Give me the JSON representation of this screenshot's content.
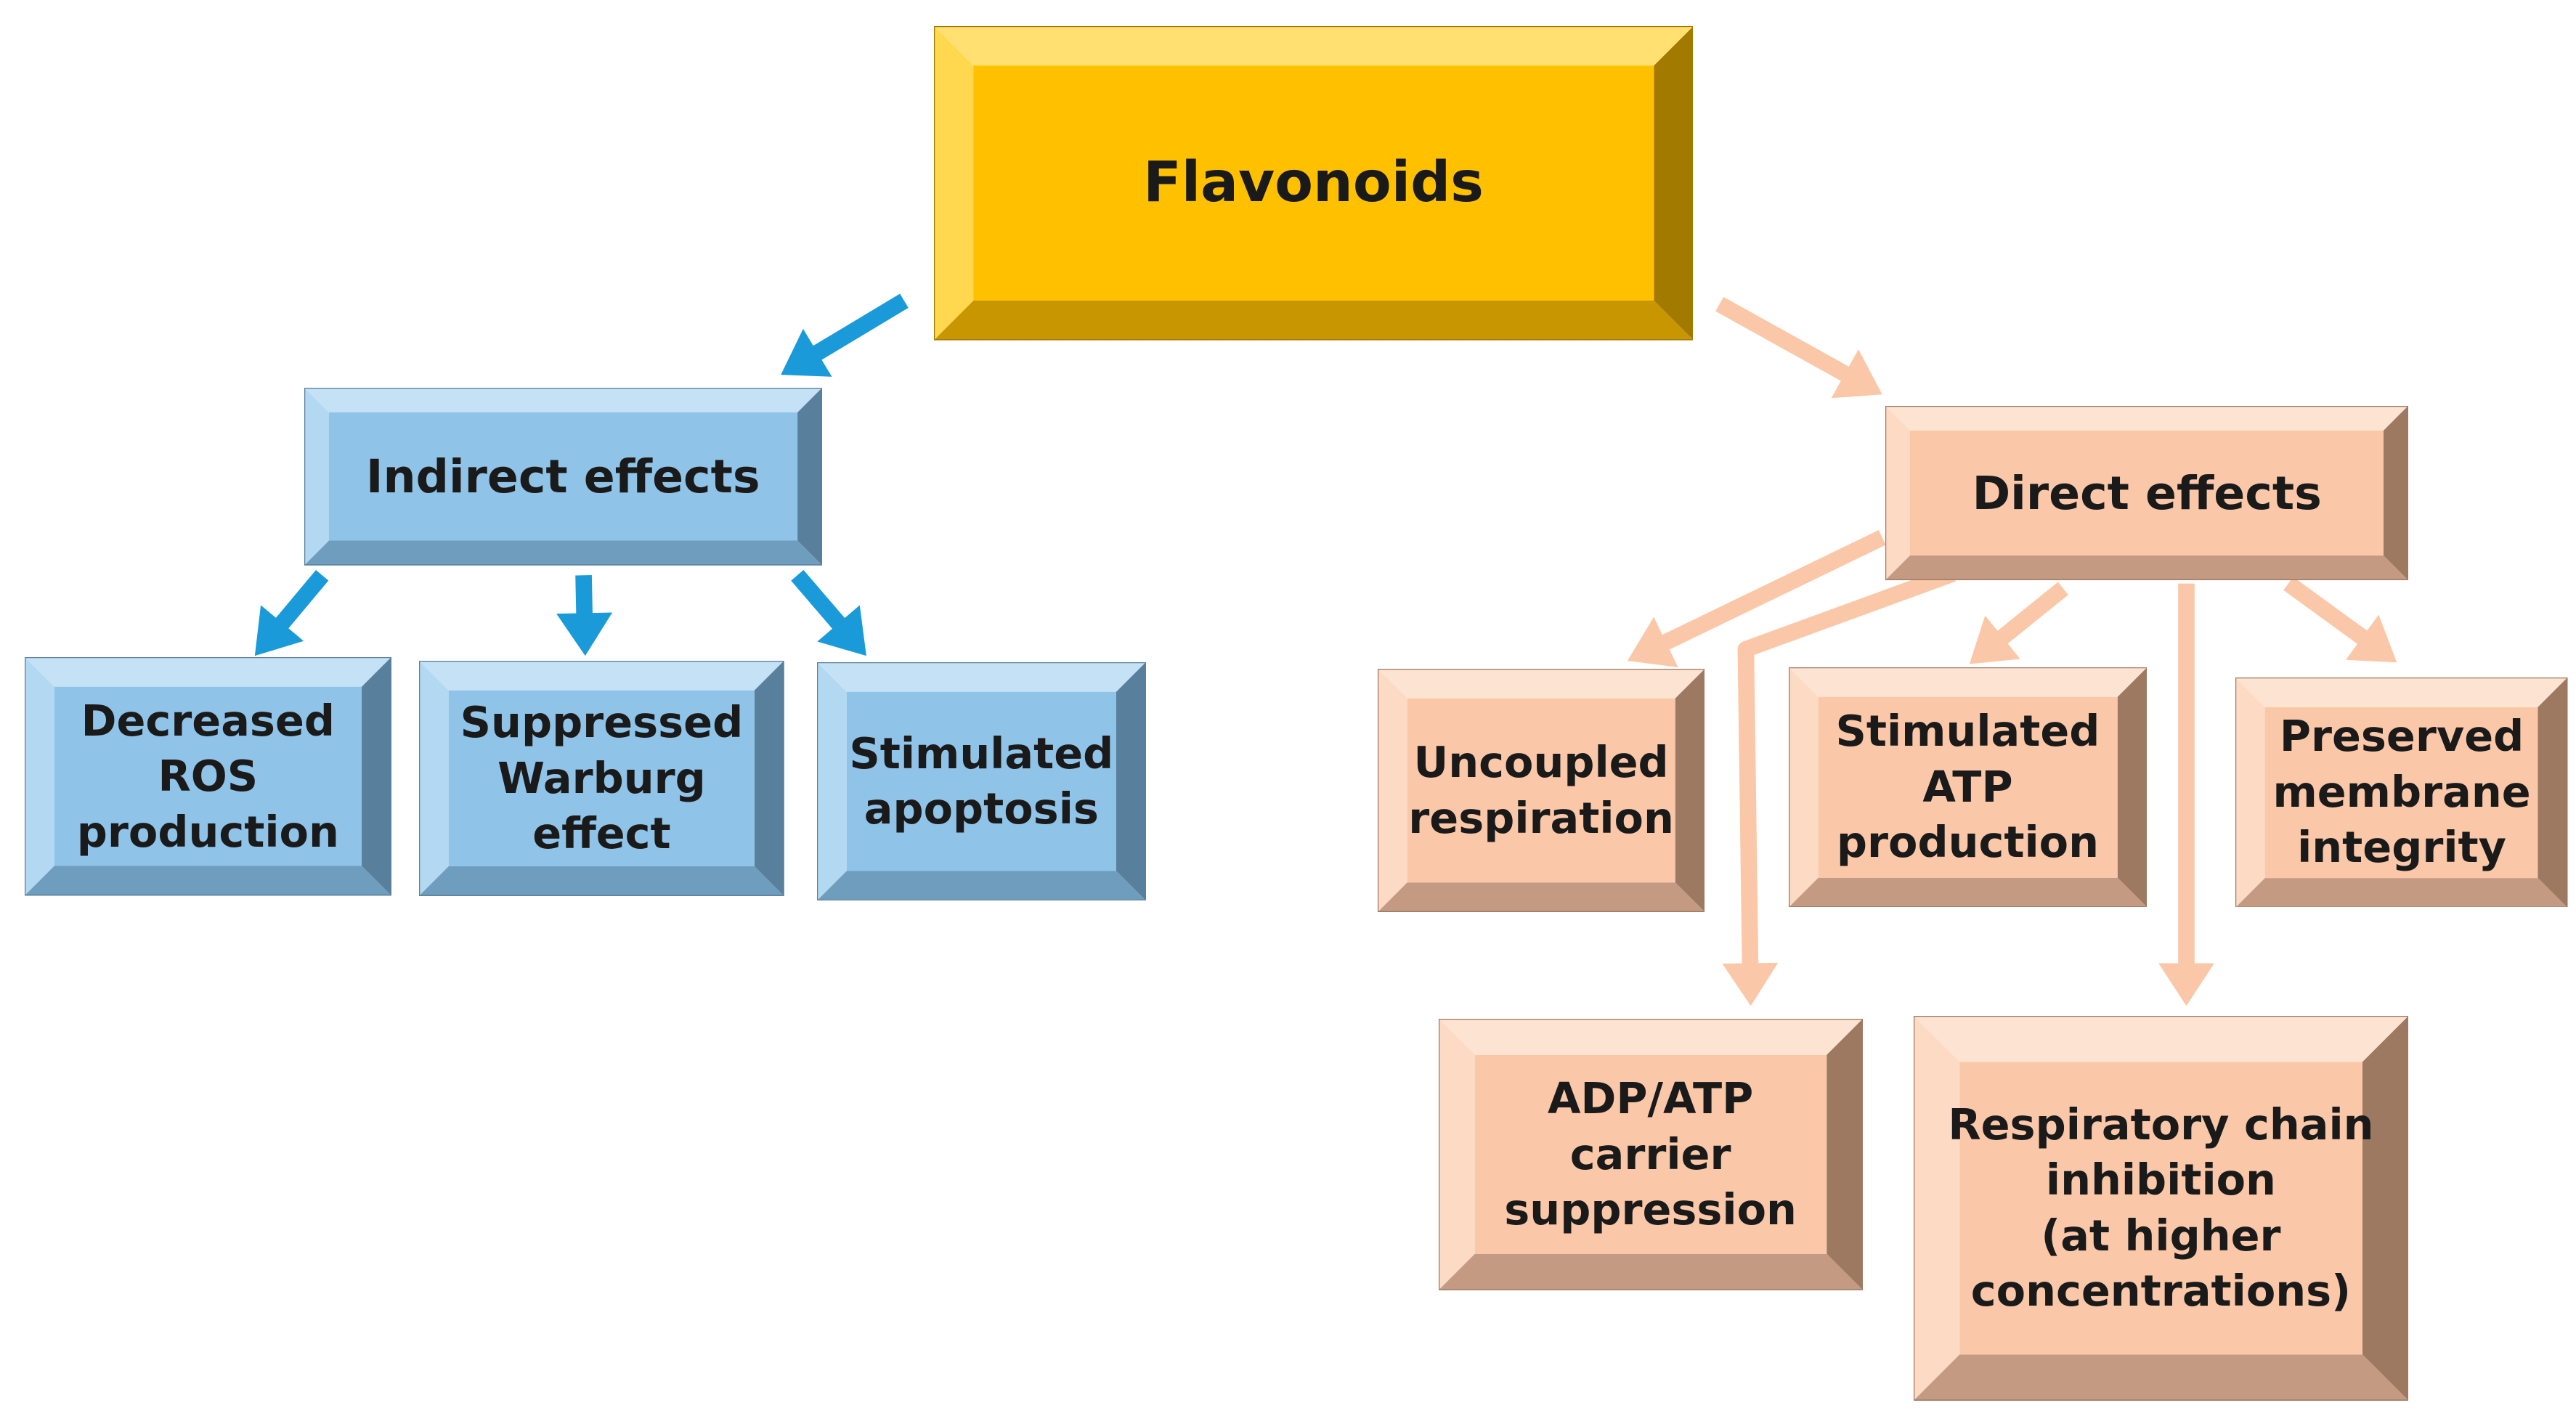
{
  "colors": {
    "gold": "#ffc000",
    "blue": "#8fc3e8",
    "peach": "#fac8a8",
    "blue_arrow": "#1a9ad9",
    "peach_arrow": "#fac8a8"
  },
  "nodes": {
    "flavonoids": {
      "lines": [
        "Flavonoids"
      ]
    },
    "indirect": {
      "lines": [
        "Indirect effects"
      ]
    },
    "direct": {
      "lines": [
        "Direct effects"
      ]
    },
    "ros": {
      "lines": [
        "Decreased",
        "ROS",
        "production"
      ]
    },
    "warburg": {
      "lines": [
        "Suppressed",
        "Warburg",
        "effect"
      ]
    },
    "apoptosis": {
      "lines": [
        "Stimulated",
        "apoptosis"
      ]
    },
    "uncoupled": {
      "lines": [
        "Uncoupled",
        "respiration"
      ]
    },
    "atp": {
      "lines": [
        "Stimulated",
        "ATP",
        "production"
      ]
    },
    "membrane": {
      "lines": [
        "Preserved",
        "membrane",
        "integrity"
      ]
    },
    "carrier": {
      "lines": [
        "ADP/ATP",
        "carrier",
        "suppression"
      ]
    },
    "chain": {
      "lines": [
        "Respiratory chain",
        "inhibition",
        "(at higher",
        "concentrations)"
      ]
    }
  }
}
